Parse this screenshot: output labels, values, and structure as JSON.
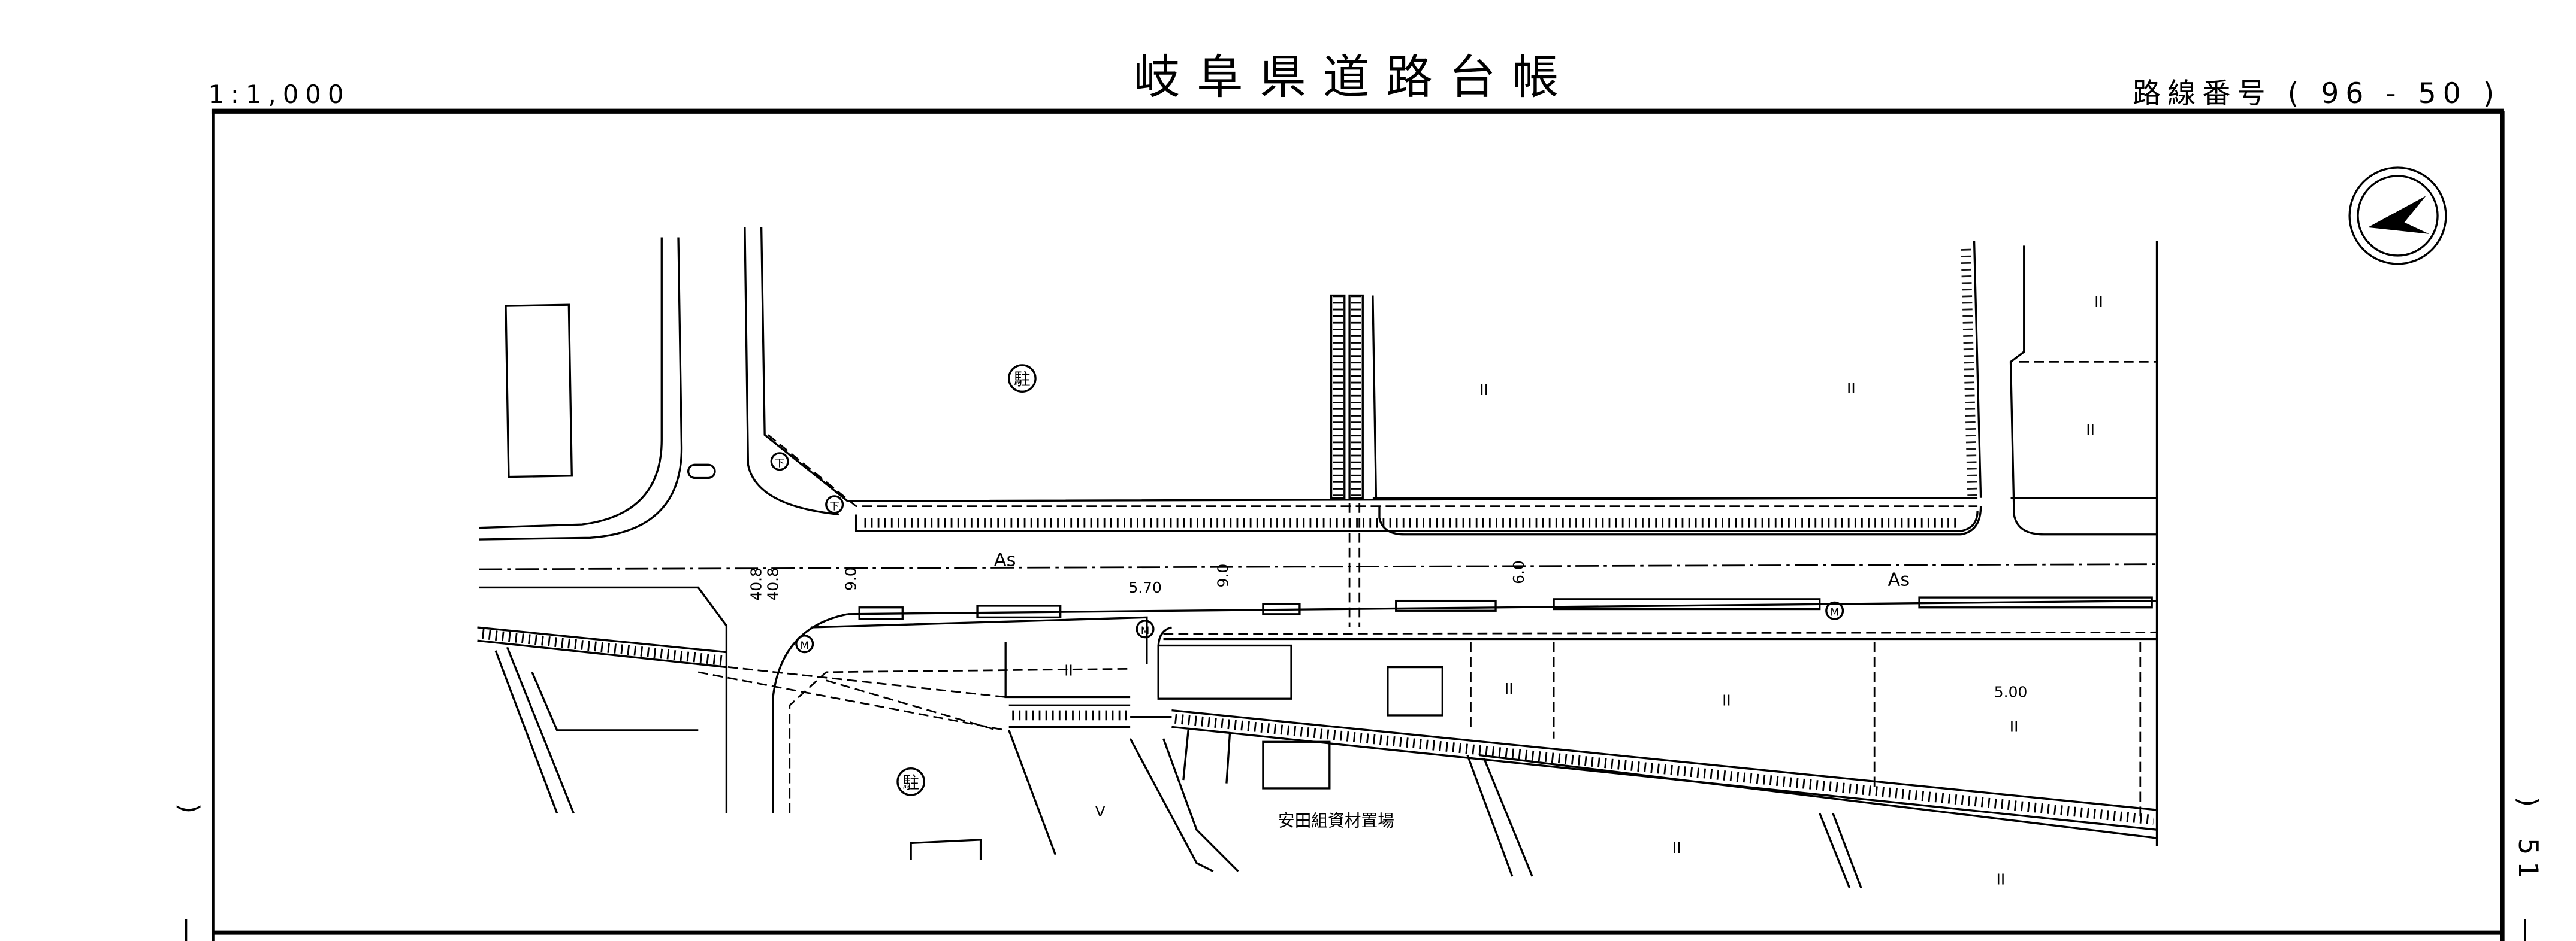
{
  "header": {
    "title": "岐阜県道路台帳",
    "scale": "1:1,000",
    "route_number": "路線番号 ( 96 - 50 )"
  },
  "margin": {
    "left_paren": ")",
    "left_mark": "|",
    "right_paren": ")",
    "right_sheet": "51",
    "right_mark": "|"
  },
  "map": {
    "surface_labels": [
      "As",
      "As"
    ],
    "width_labels": [
      "5.70",
      "5.00"
    ],
    "dimension_labels": [
      "9.0",
      "9.0",
      "6.0",
      "40.8",
      "40.8"
    ],
    "parking_symbol": "駐",
    "manhole_symbol": "M",
    "sewer_symbol": "下",
    "land_marks": [
      "II",
      "II",
      "II",
      "II",
      "II",
      "II",
      "II",
      "II",
      "II",
      "II"
    ],
    "field_mark": "V",
    "place_name": "安田組資材置場"
  },
  "colors": {
    "ink": "#000000",
    "paper": "#ffffff"
  }
}
